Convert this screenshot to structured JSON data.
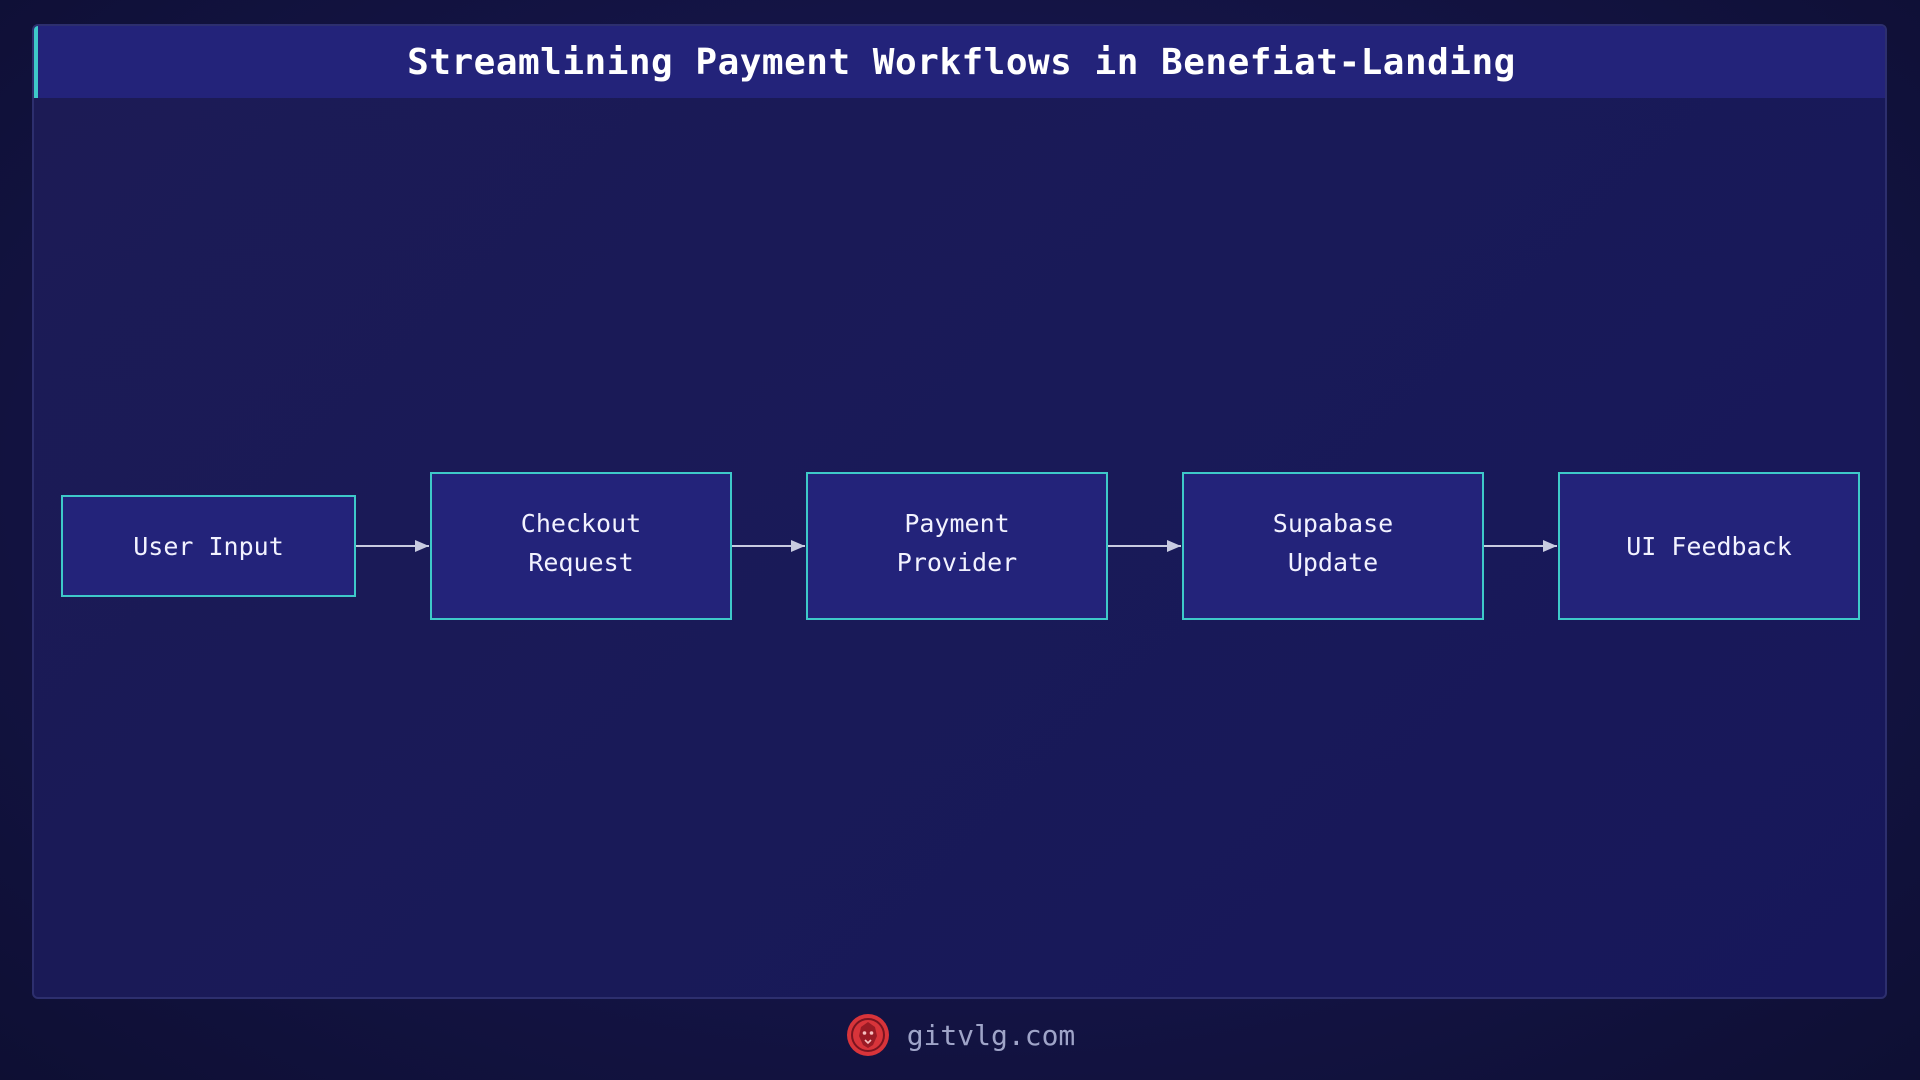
{
  "header": {
    "title": "Streamlining Payment Workflows in Benefiat-Landing"
  },
  "diagram": {
    "type": "flowchart",
    "direction": "left-to-right",
    "nodes": [
      {
        "id": "user-input",
        "label": "User Input"
      },
      {
        "id": "checkout-request",
        "label": "Checkout\nRequest"
      },
      {
        "id": "payment-provider",
        "label": "Payment\nProvider"
      },
      {
        "id": "supabase-update",
        "label": "Supabase\nUpdate"
      },
      {
        "id": "ui-feedback",
        "label": "UI Feedback"
      }
    ],
    "edges": [
      {
        "from": "user-input",
        "to": "checkout-request"
      },
      {
        "from": "checkout-request",
        "to": "payment-provider"
      },
      {
        "from": "payment-provider",
        "to": "supabase-update"
      },
      {
        "from": "supabase-update",
        "to": "ui-feedback"
      }
    ]
  },
  "footer": {
    "site": "gitvlg.com",
    "logo_icon": "lion-head-icon"
  },
  "colors": {
    "background": "#141446",
    "panel": "#1b1a58",
    "node_fill": "#23237a",
    "node_border": "#3ec9c9",
    "arrow": "#c8cbe0",
    "logo": "#d8343a"
  }
}
